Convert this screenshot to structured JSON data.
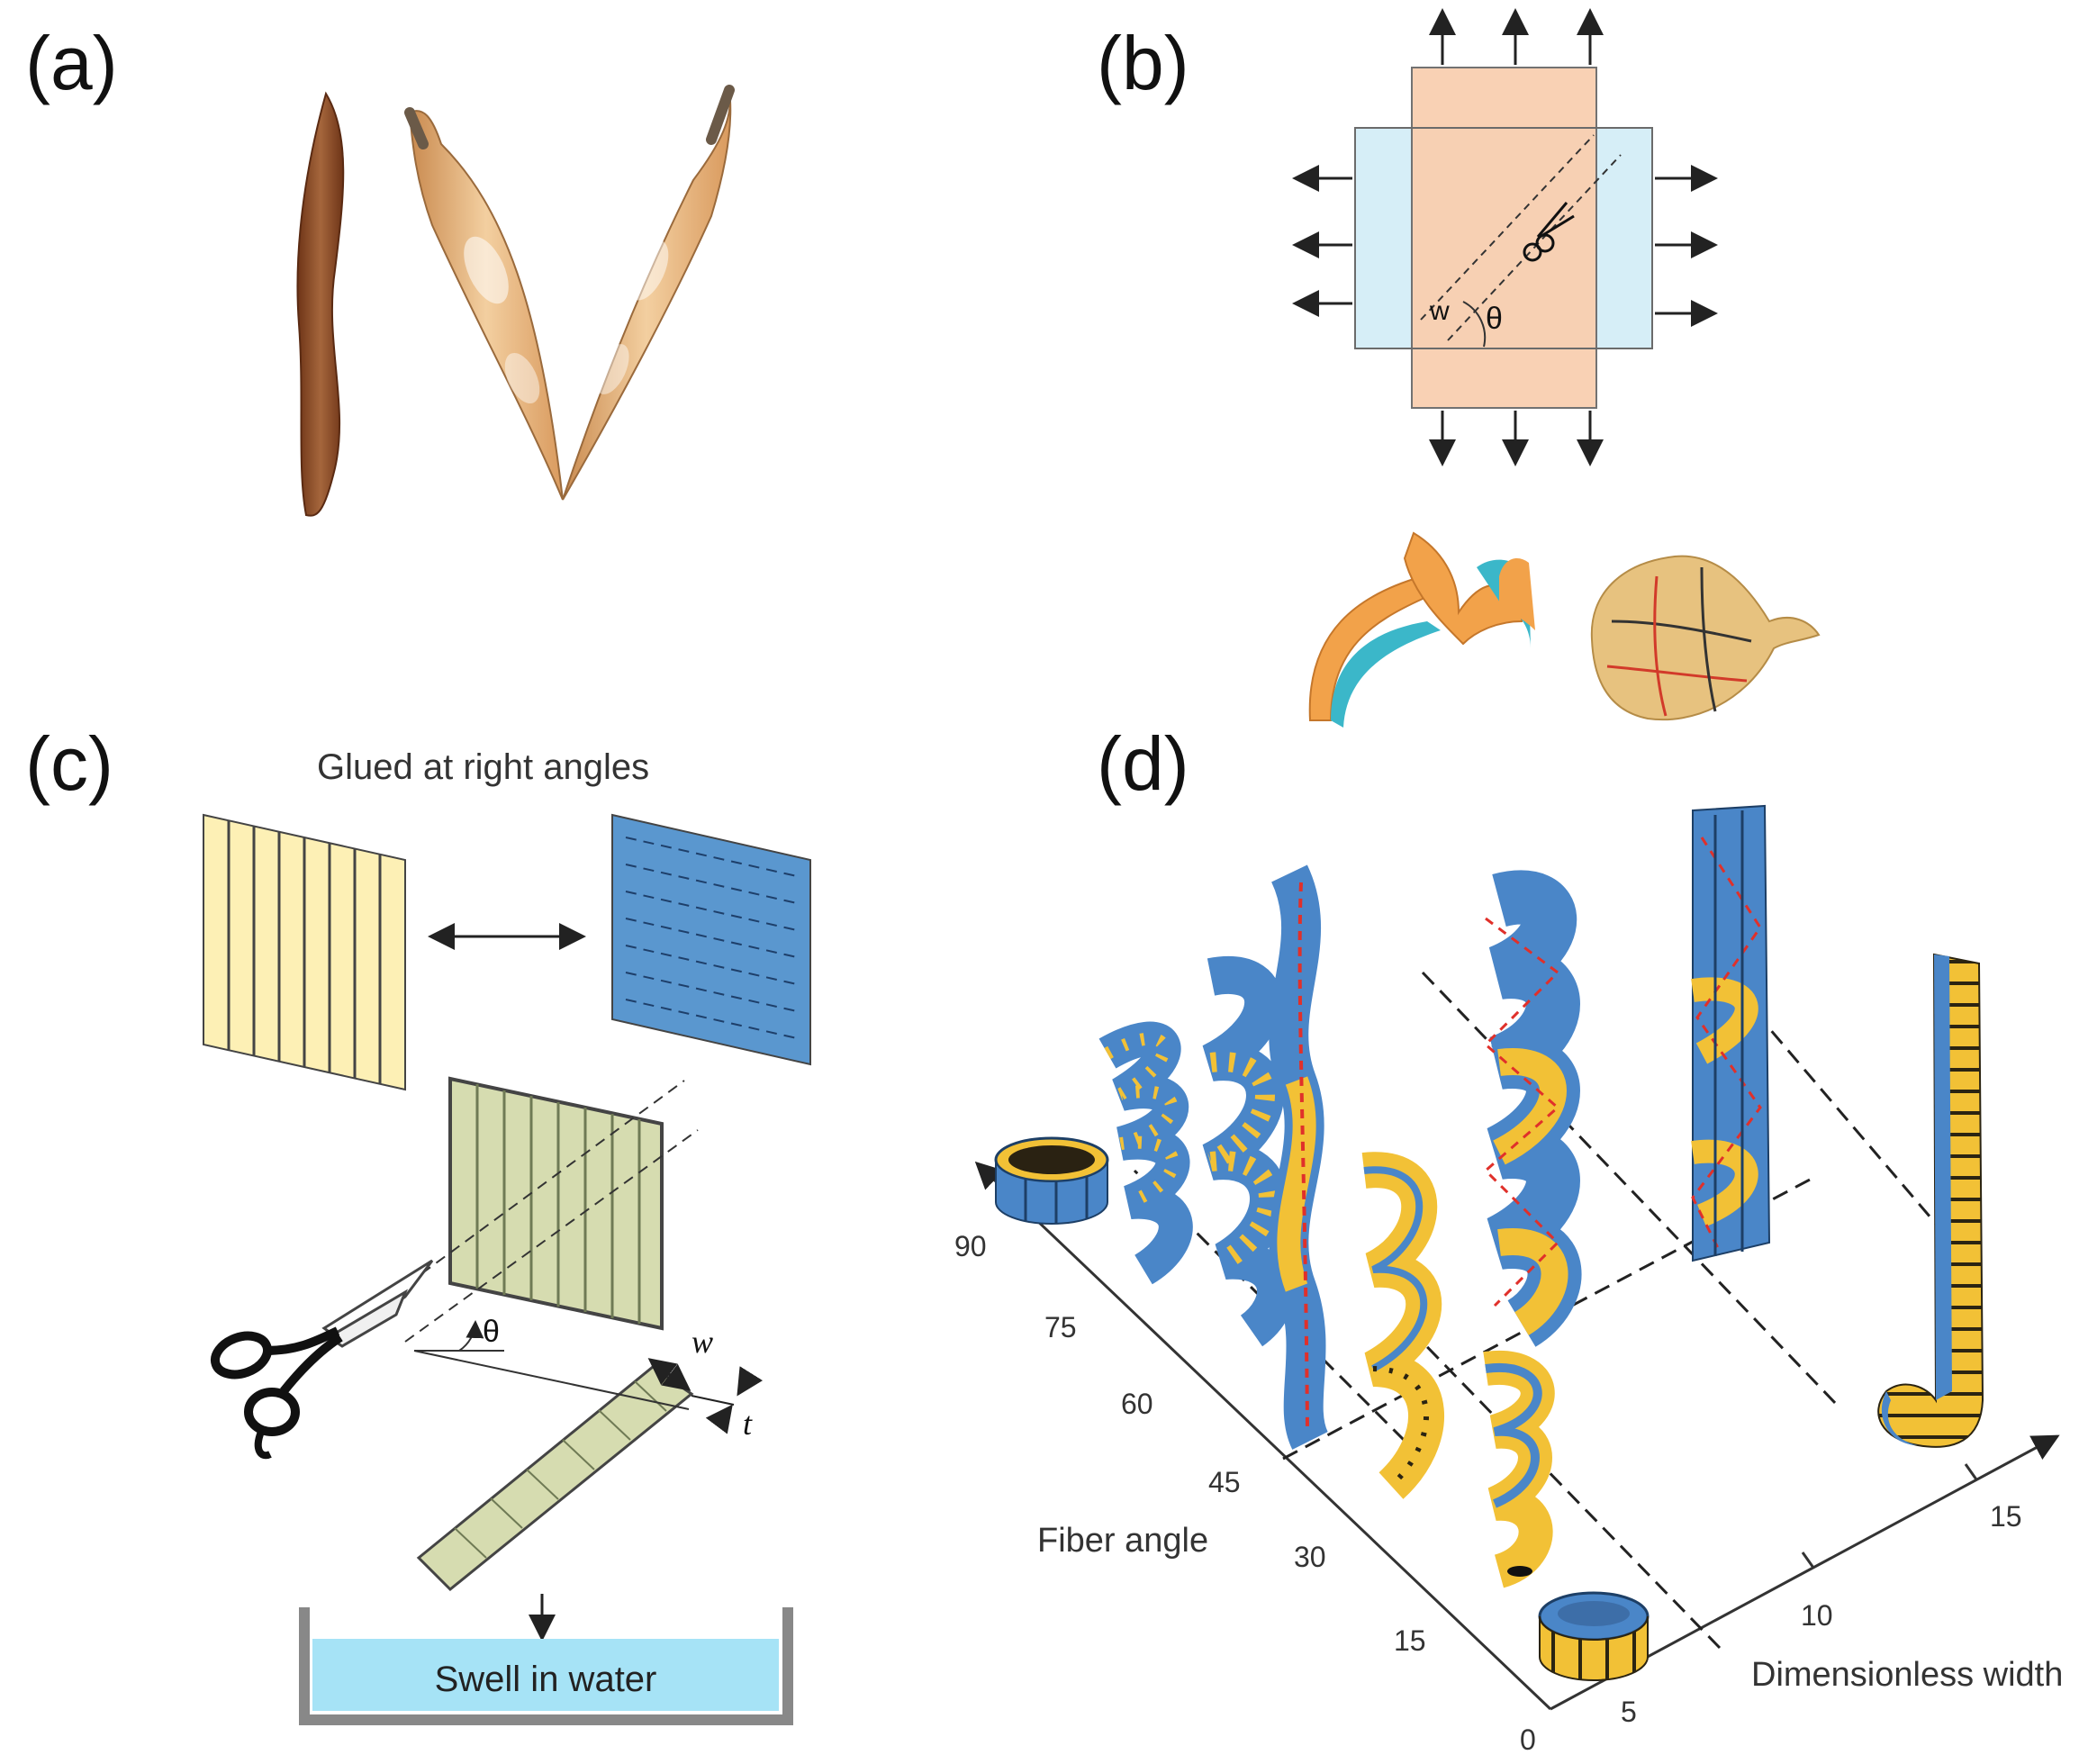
{
  "panels": {
    "a": {
      "label": "(a)"
    },
    "b": {
      "label": "(b)",
      "width_symbol": "w",
      "angle_symbol": "θ"
    },
    "c": {
      "label": "(c)",
      "title": "Glued at right angles",
      "angle_symbol": "θ",
      "width_symbol": "w",
      "thickness_symbol": "t",
      "bath_label": "Swell in water"
    },
    "d": {
      "label": "(d)",
      "y_axis_label": "Fiber angle",
      "x_axis_label": "Dimensionless width",
      "fiber_angle_ticks": [
        "90",
        "75",
        "60",
        "45",
        "30",
        "15",
        "0"
      ],
      "width_ticks": [
        "5",
        "10",
        "15"
      ]
    }
  },
  "colors": {
    "pod_dark": "#8b4a24",
    "pod_light": "#e9b27a",
    "sheet_peach": "#f9cfb0",
    "sheet_blue": "#d6eef7",
    "layer_yellow": "#fdf0b5",
    "layer_blue": "#5a97cf",
    "ribbon_blue": "#4a86c8",
    "ribbon_yellow": "#f2c136",
    "water": "#a6e3f6"
  }
}
